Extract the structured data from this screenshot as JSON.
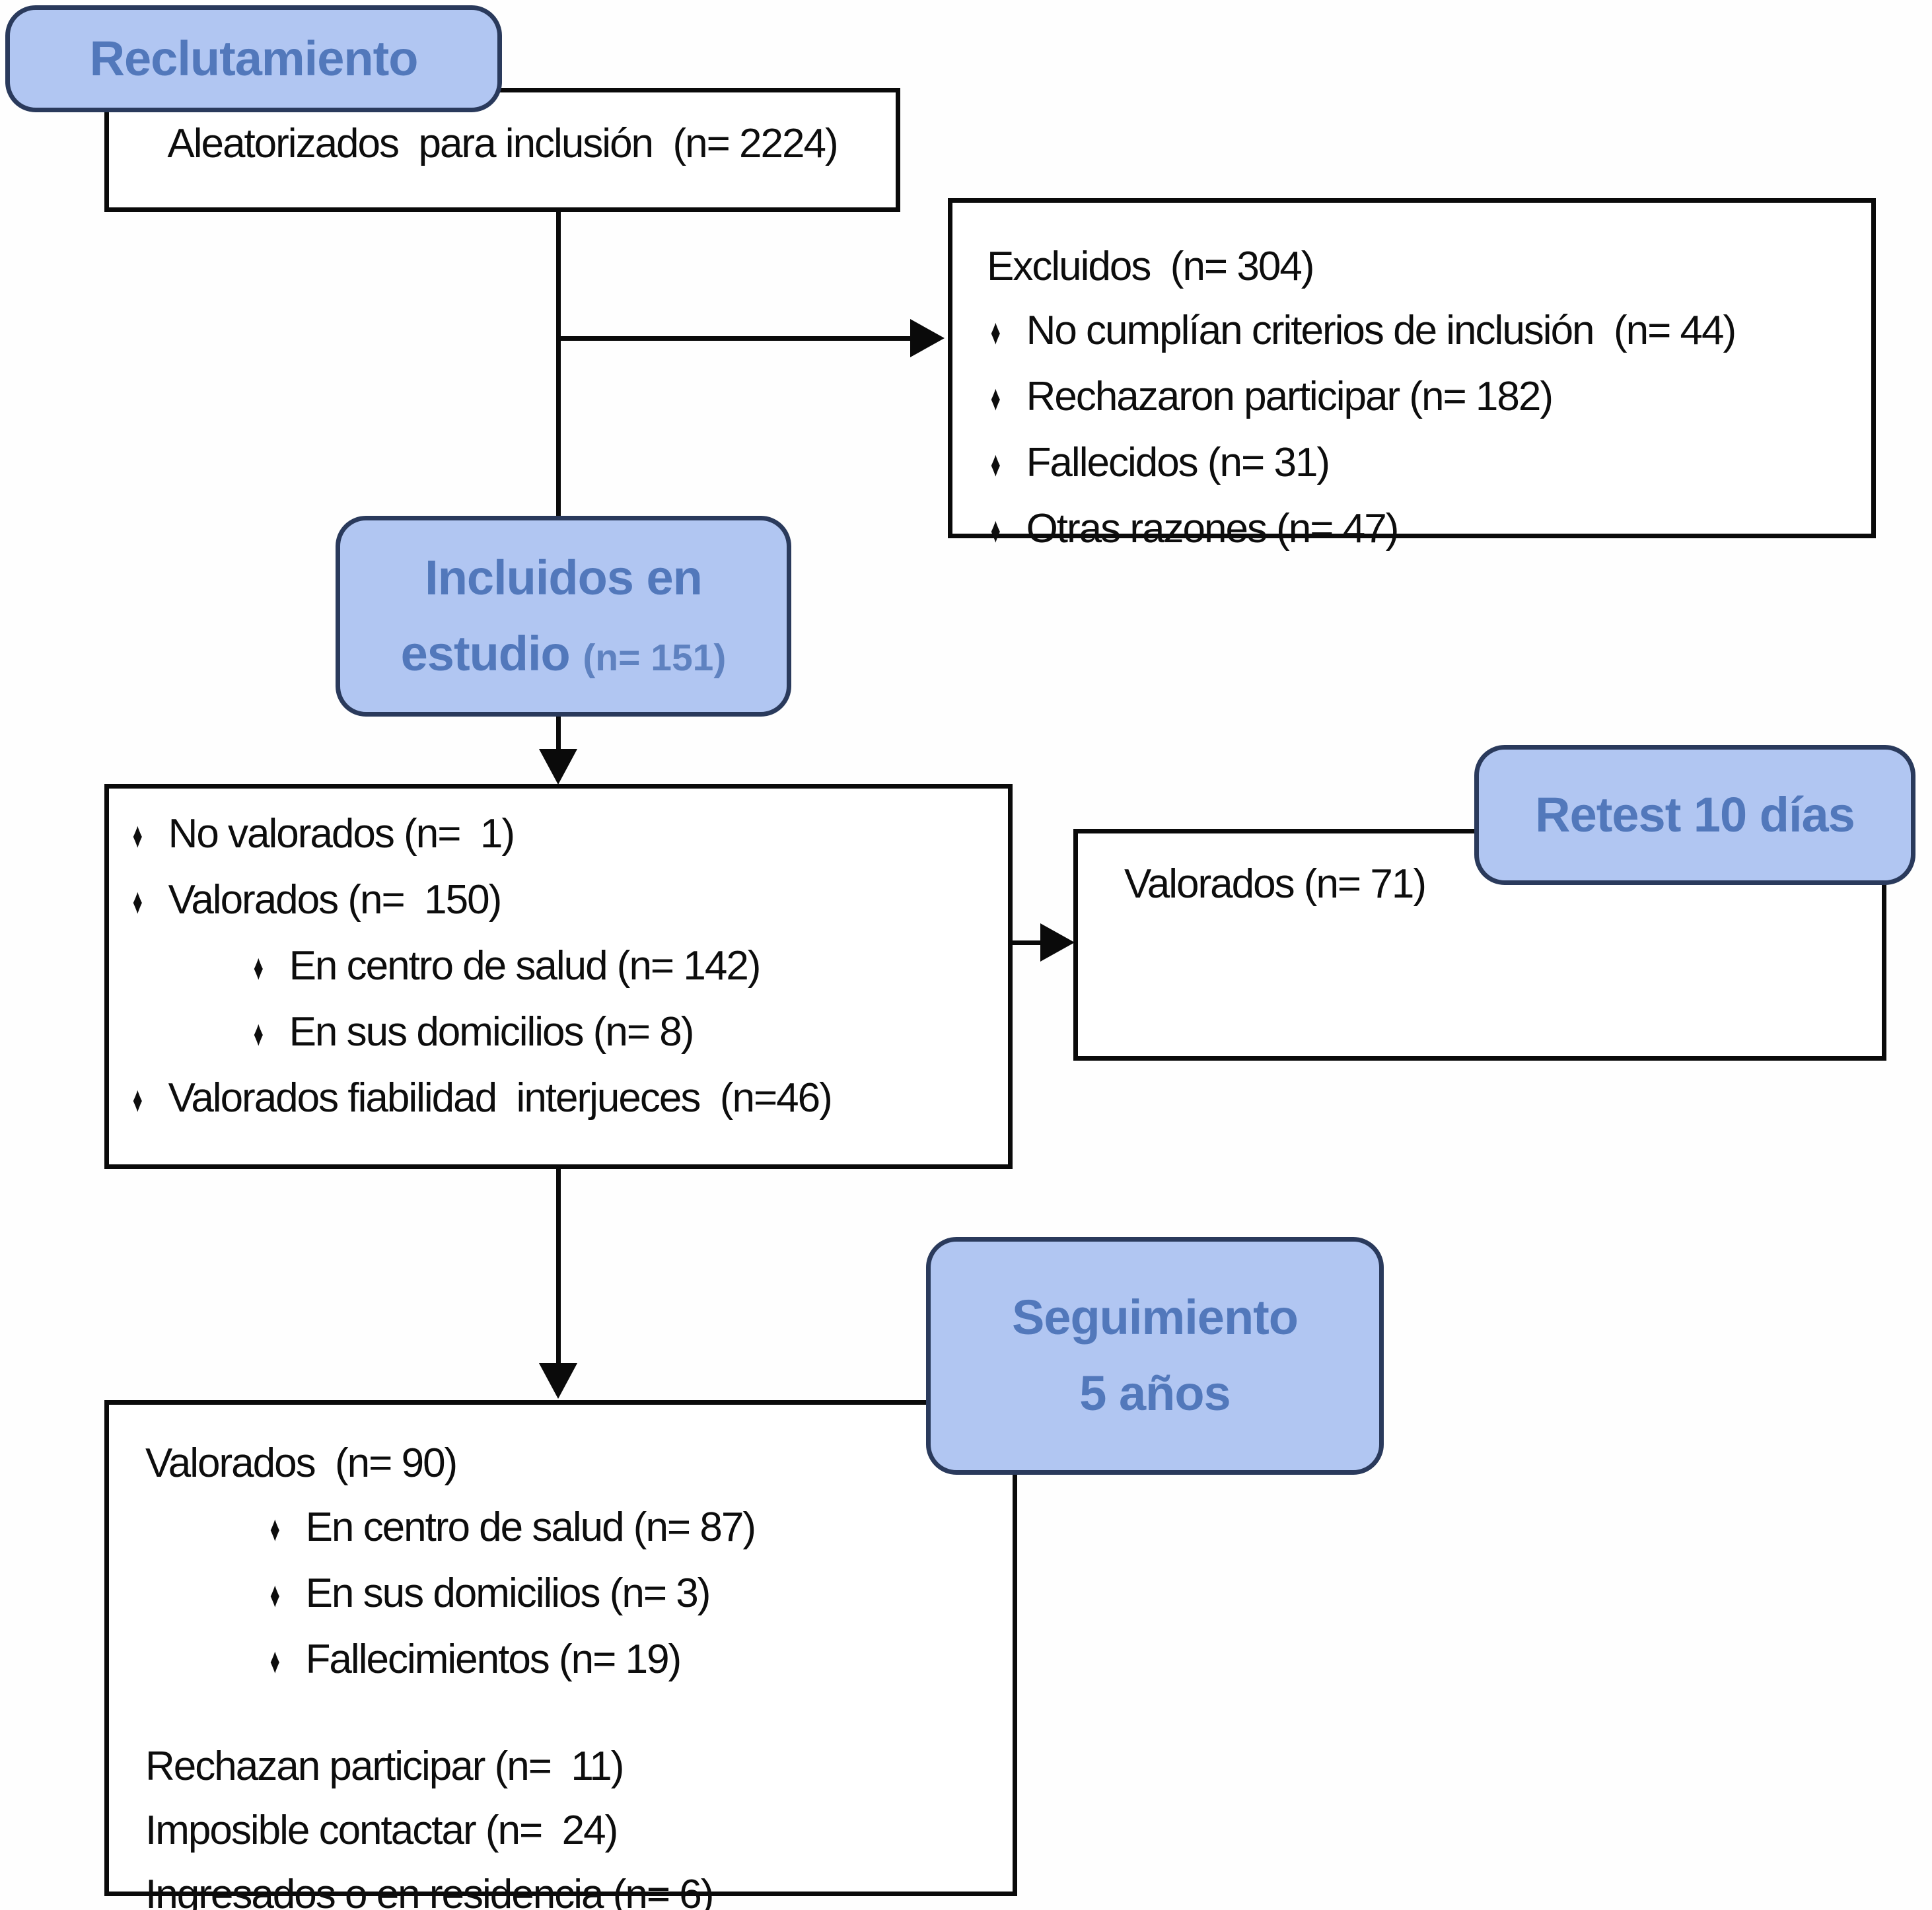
{
  "ui": {
    "bullet_glyph": "♦"
  },
  "colors": {
    "phase_box_fill": "#b1c6f2",
    "phase_box_border": "#2a3a5c",
    "phase_text": "#5278bb",
    "process_box_border": "#0a0a0a",
    "body_text": "#0d0d0d",
    "background": "#fefefe"
  },
  "flow": {
    "recruitment": {
      "label": "Reclutamiento"
    },
    "randomized": {
      "text": "Aleatorizados  para inclusión  (n= 2224)"
    },
    "excluded": {
      "title": "Excluidos  (n= 304)",
      "items": [
        {
          "text": "No cumplían criterios de inclusión  (n= 44)"
        },
        {
          "text": "Rechazaron participar (n= 182)"
        },
        {
          "text": "Fallecidos (n= 31)"
        },
        {
          "text": "Otras razones (n= 47)"
        }
      ]
    },
    "included": {
      "line1": "Incluidos en",
      "line2_main": "estudio ",
      "line2_suffix": "(n=  151)"
    },
    "assessment": {
      "items": [
        {
          "text": "No valorados (n=  1)"
        },
        {
          "text": "Valorados (n=  150)"
        },
        {
          "text": "En centro de salud (n= 142)"
        },
        {
          "text": "En sus domicilios (n= 8)"
        },
        {
          "text": "Valorados fiabilidad  interjueces  (n=46)"
        }
      ]
    },
    "retest": {
      "label": "Retest 10 días",
      "assessed": "Valorados (n= 71)"
    },
    "followup": {
      "label_line1": "Seguimiento",
      "label_line2": "5 años",
      "lead": "Valorados  (n= 90)",
      "items": [
        {
          "text": "En centro de salud (n= 87)"
        },
        {
          "text": "En sus domicilios (n= 3)"
        },
        {
          "text": "Fallecimientos (n= 19)"
        }
      ],
      "extra": [
        {
          "text": "Rechazan participar (n=  11)"
        },
        {
          "text": "Imposible contactar (n=  24)"
        },
        {
          "text": "Ingresados o en residencia (n= 6)"
        }
      ]
    }
  }
}
